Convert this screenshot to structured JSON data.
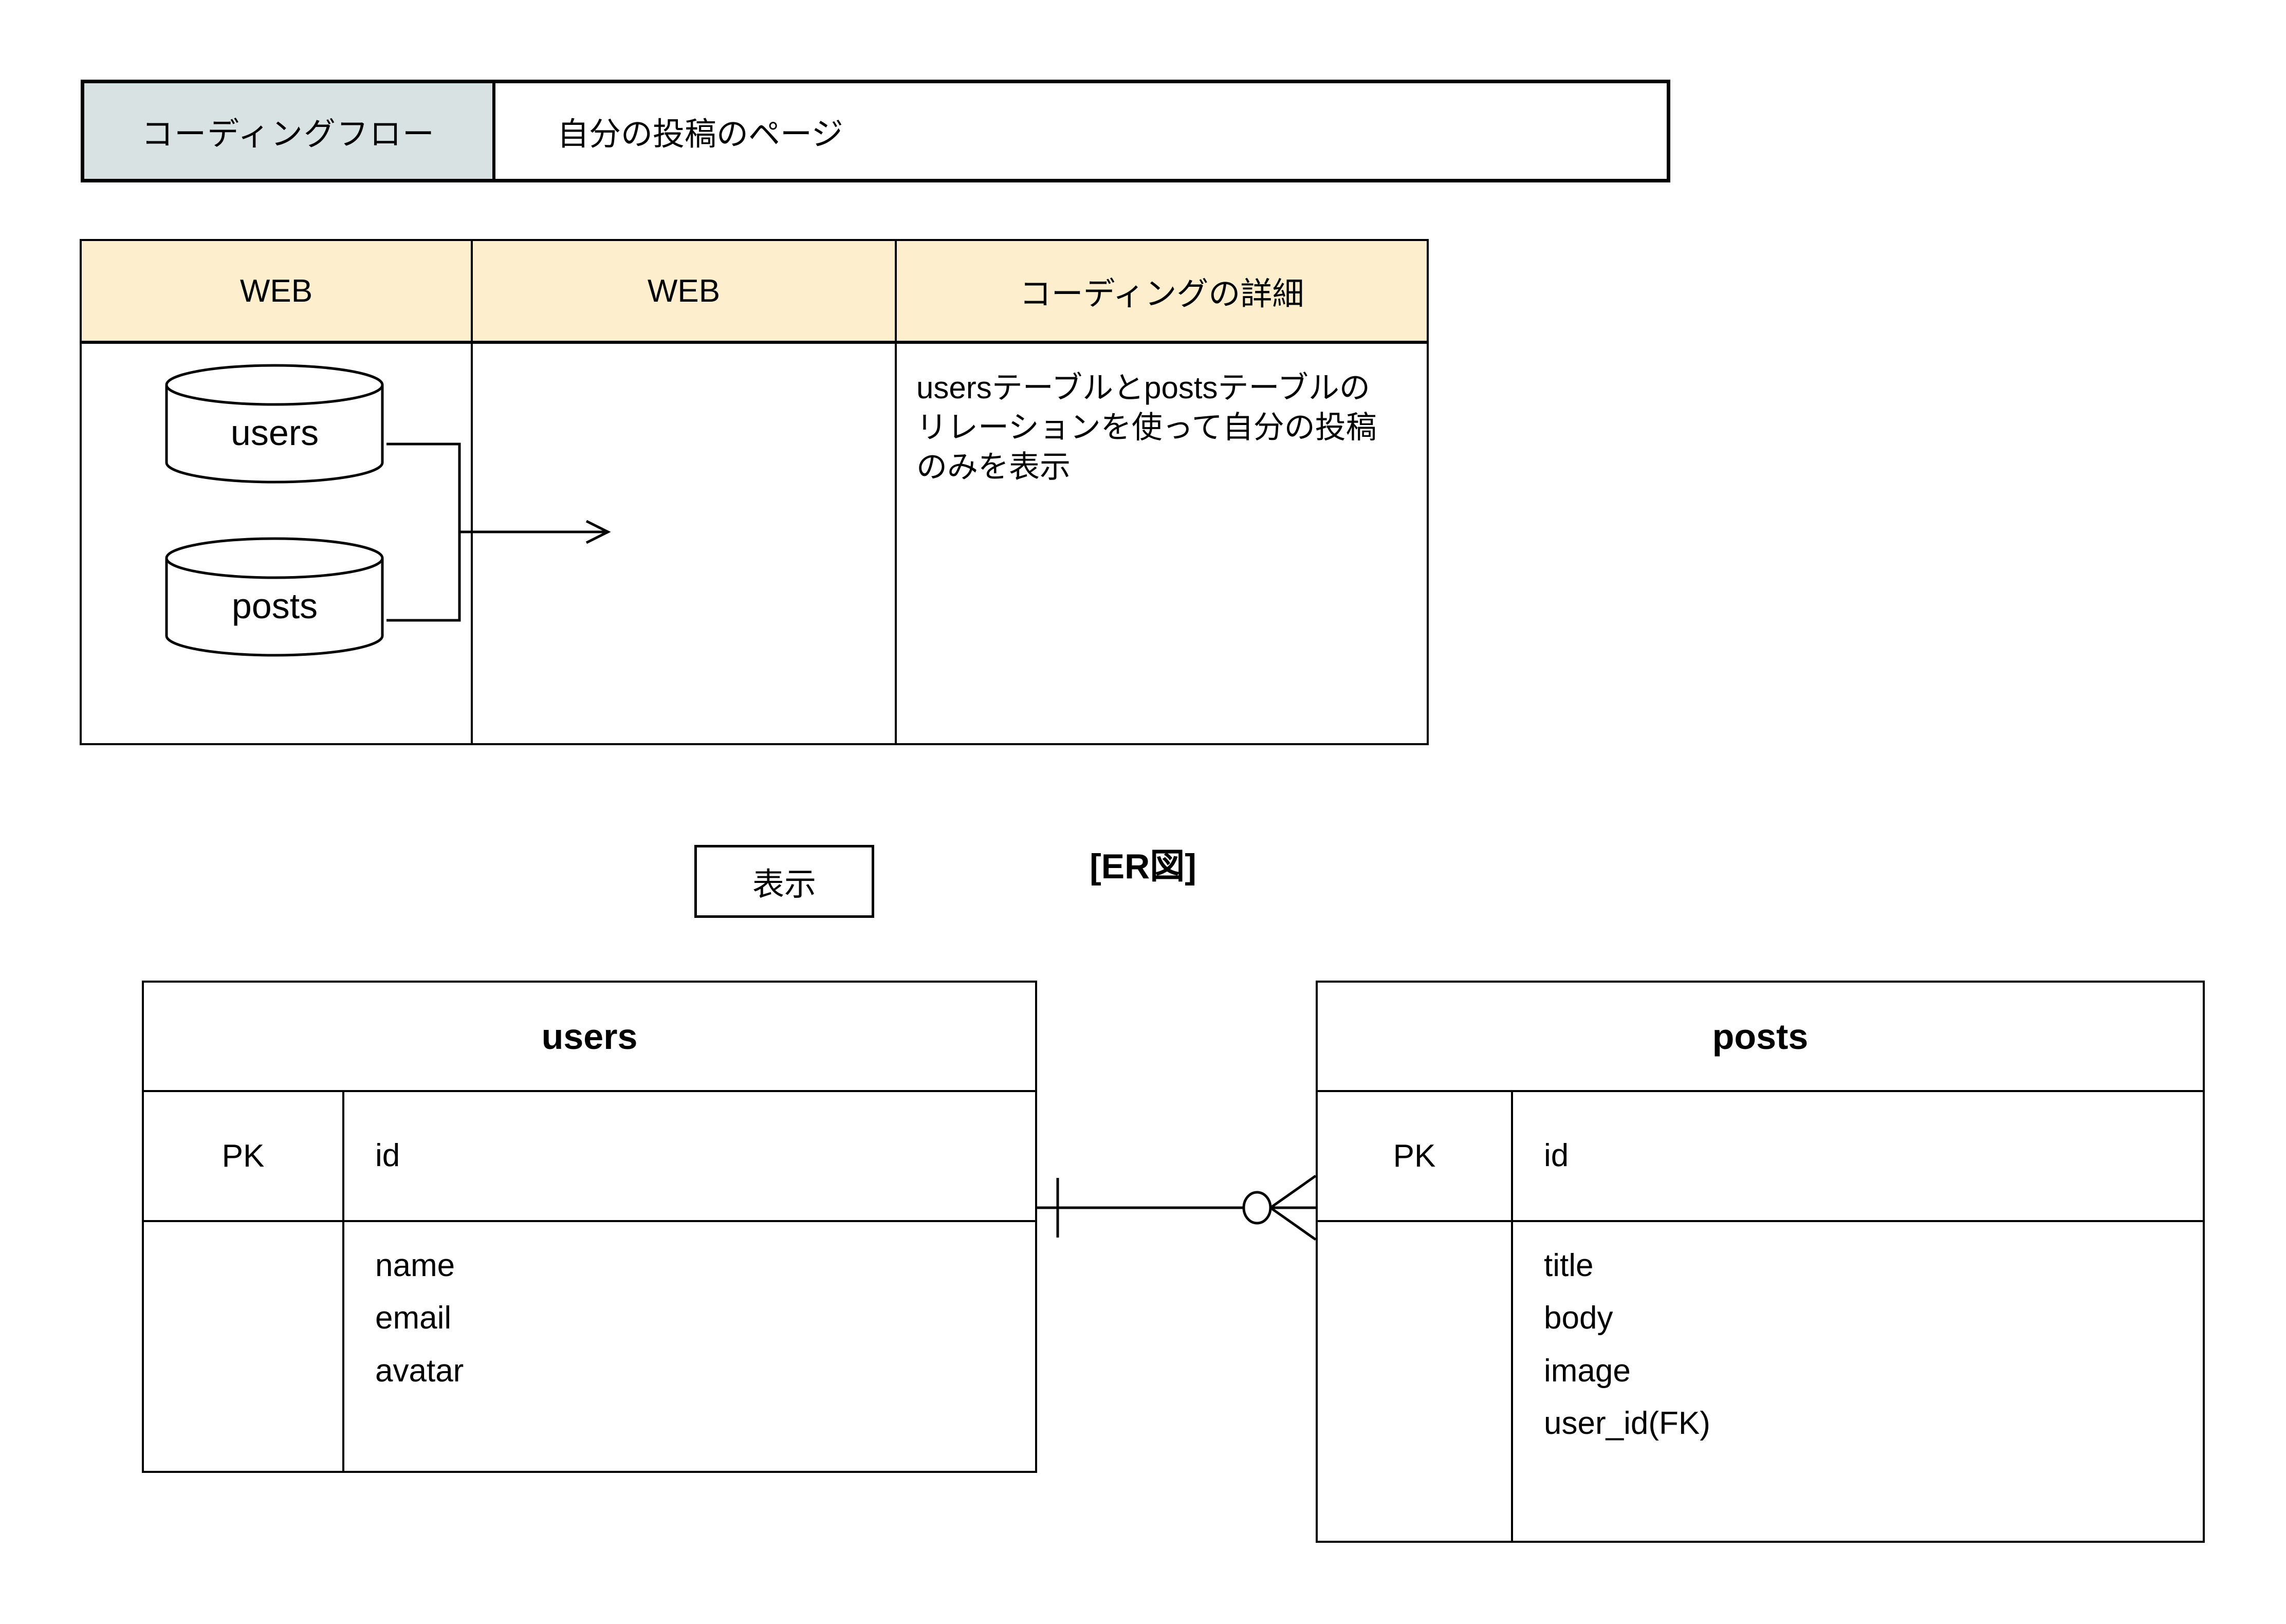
{
  "flow_header": {
    "label": "コーディングフロー",
    "value": "自分の投稿のページ"
  },
  "flow_table": {
    "columns": [
      "WEB",
      "WEB",
      "コーディングの詳細"
    ],
    "row": {
      "databases": [
        "users",
        "posts"
      ],
      "process_box": "表示",
      "detail": "usersテーブルとpostsテーブルのリレーションを使って自分の投稿のみを表示"
    }
  },
  "er_section": {
    "title": "[ER図]",
    "entities": [
      {
        "name": "users",
        "key_label": "PK",
        "key_field": "id",
        "fields": [
          "name",
          "email",
          "avatar"
        ]
      },
      {
        "name": "posts",
        "key_label": "PK",
        "key_field": "id",
        "fields": [
          "title",
          "body",
          "image",
          "user_id(FK)"
        ]
      }
    ],
    "relationship": {
      "left_cardinality": "one",
      "right_cardinality": "zero-or-many"
    }
  },
  "colors": {
    "header_label_bg": "#d9e2e3",
    "table_header_bg": "#fdefcd",
    "line": "#000000",
    "page_bg": "#ffffff"
  }
}
